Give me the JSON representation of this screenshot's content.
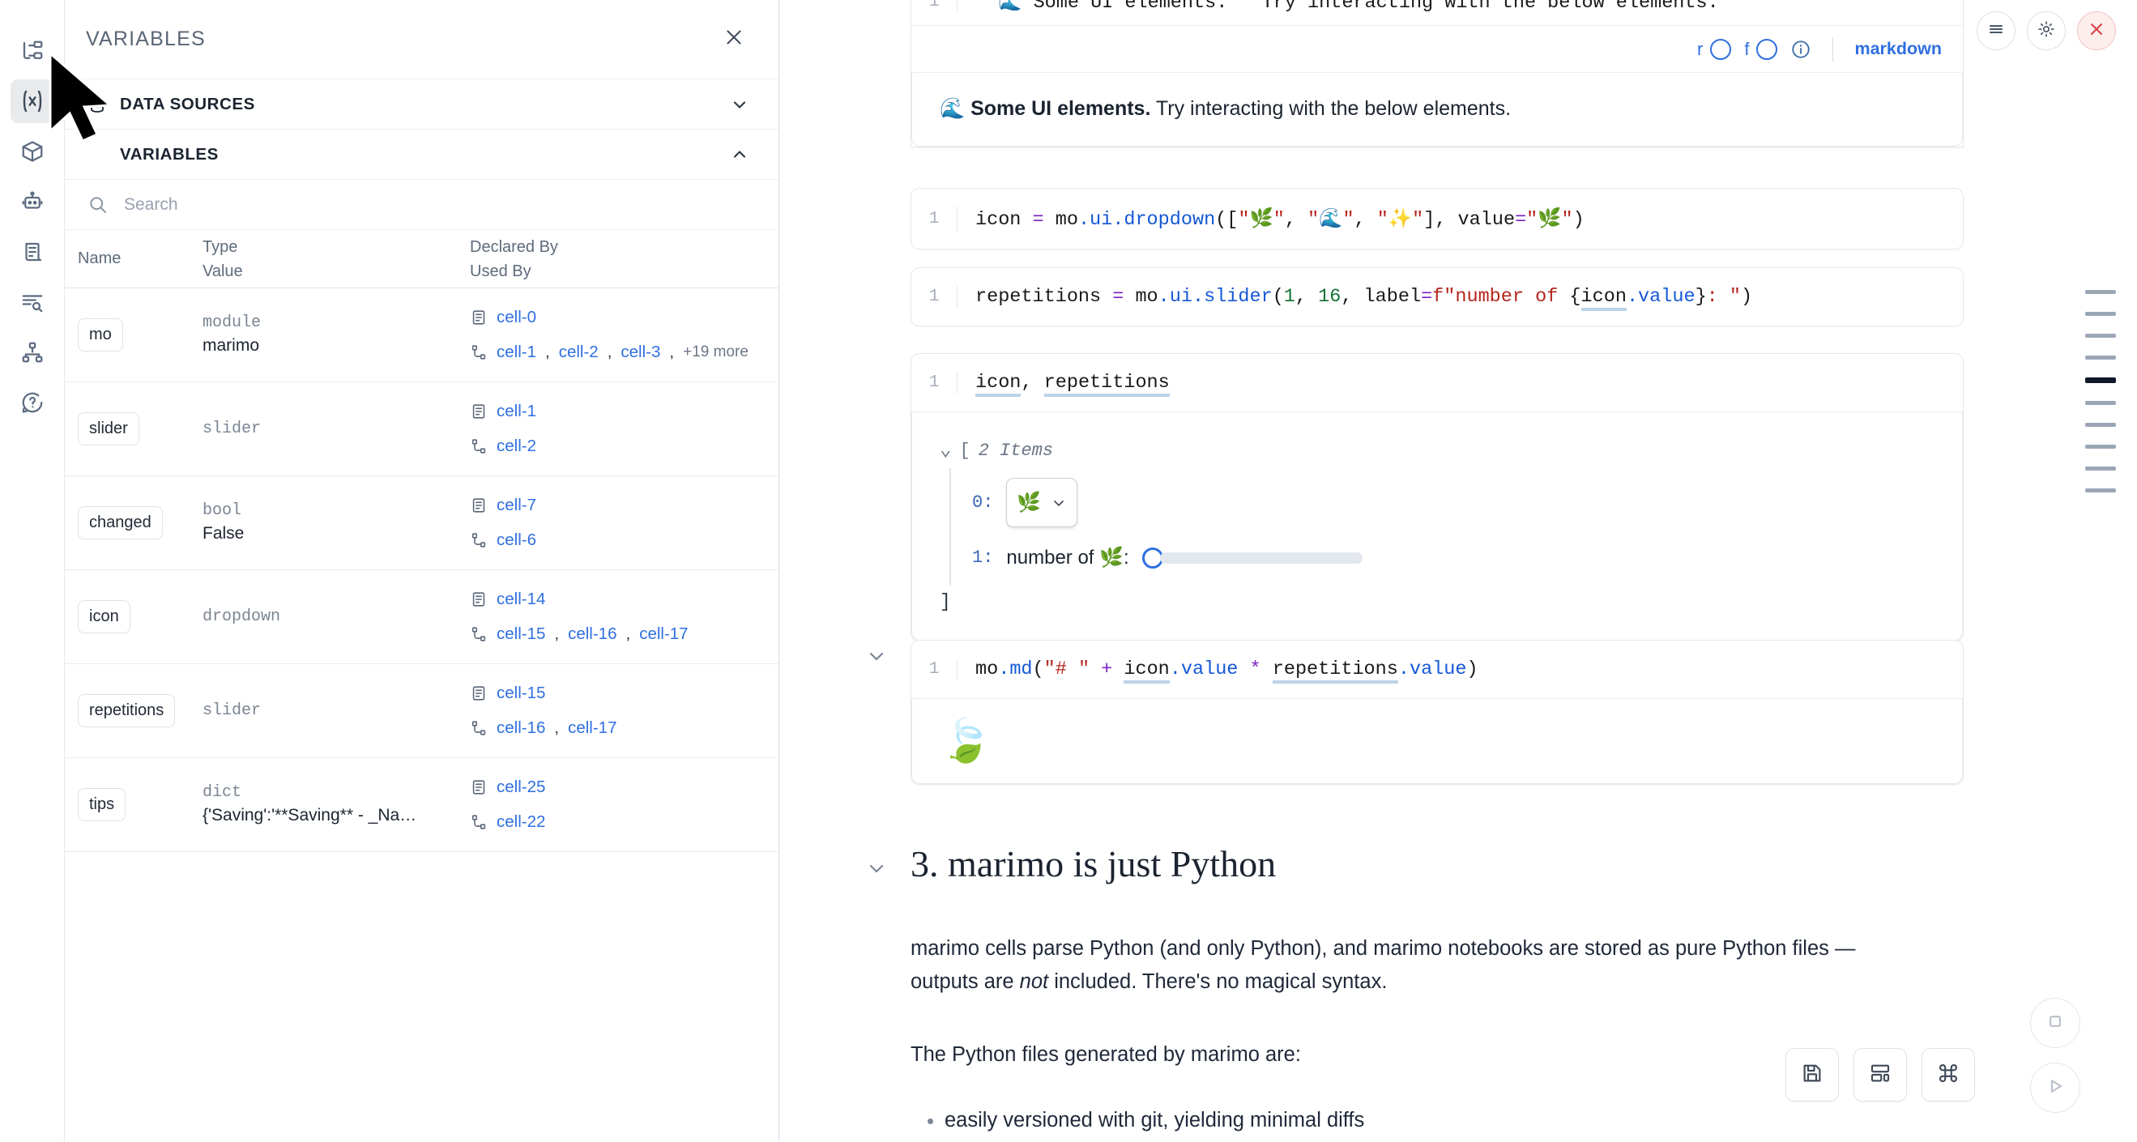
{
  "rail": {
    "items": [
      {
        "icon": "file-tree-icon",
        "name": "sidebar-item-file-explorer",
        "active": false
      },
      {
        "icon": "variables-icon",
        "name": "sidebar-item-variables",
        "active": true
      },
      {
        "icon": "package-icon",
        "name": "sidebar-item-packages",
        "active": false
      },
      {
        "icon": "robot-icon",
        "name": "sidebar-item-chat",
        "active": false
      },
      {
        "icon": "scratchpad-icon",
        "name": "sidebar-item-scratchpad",
        "active": false
      },
      {
        "icon": "outline-icon",
        "name": "sidebar-item-outline",
        "active": false
      },
      {
        "icon": "dependency-graph-icon",
        "name": "sidebar-item-dependency-graph",
        "active": false
      },
      {
        "icon": "help-icon",
        "name": "sidebar-item-help",
        "active": false
      }
    ]
  },
  "panel": {
    "title": "VARIABLES",
    "close_label": "✕",
    "sections": [
      {
        "label": "DATA SOURCES",
        "icon": "database-icon",
        "expanded": false,
        "chevron": "⌄"
      },
      {
        "label": "VARIABLES",
        "icon": "none",
        "expanded": true,
        "chevron": "⌃"
      }
    ],
    "search": {
      "placeholder": "Search",
      "value": "",
      "icon": "search-icon"
    },
    "table": {
      "headers": {
        "name": "Name",
        "type": "Type",
        "value": "Value",
        "declared_by": "Declared By",
        "used_by": "Used By"
      },
      "rows": [
        {
          "name": "mo",
          "type": "module",
          "value": "marimo",
          "declared_by": [
            "cell-0"
          ],
          "used_by": [
            "cell-1",
            "cell-2",
            "cell-3"
          ],
          "used_by_more": "+19 more"
        },
        {
          "name": "slider",
          "type": "slider",
          "value": "",
          "declared_by": [
            "cell-1"
          ],
          "used_by": [
            "cell-2"
          ],
          "used_by_more": ""
        },
        {
          "name": "changed",
          "type": "bool",
          "value": "False",
          "declared_by": [
            "cell-7"
          ],
          "used_by": [
            "cell-6"
          ],
          "used_by_more": ""
        },
        {
          "name": "icon",
          "type": "dropdown",
          "value": "",
          "declared_by": [
            "cell-14"
          ],
          "used_by": [
            "cell-15",
            "cell-16",
            "cell-17"
          ],
          "used_by_more": ""
        },
        {
          "name": "repetitions",
          "type": "slider",
          "value": "",
          "declared_by": [
            "cell-15"
          ],
          "used_by": [
            "cell-16",
            "cell-17"
          ],
          "used_by_more": ""
        },
        {
          "name": "tips",
          "type": "dict",
          "value": "{'Saving':'**Saving** - _Na…",
          "declared_by": [
            "cell-25"
          ],
          "used_by": [
            "cell-22"
          ],
          "used_by_more": ""
        }
      ]
    }
  },
  "notebook": {
    "top_cut_cell": {
      "line_number": "1",
      "source": "\"\"🌊 Some UI elements.\"\" Try interacting with the below elements."
    },
    "cell_toolbar": {
      "r_label": "r",
      "f_label": "f",
      "info_icon": "info-icon",
      "language": "markdown",
      "actions": [
        {
          "name": "cell-menu-button",
          "icon": "hamburger-icon"
        },
        {
          "name": "cell-settings-button",
          "icon": "gear-icon"
        },
        {
          "name": "cell-delete-button",
          "icon": "close-icon"
        }
      ]
    },
    "markdown_output": {
      "emoji": "🌊",
      "bold": "Some UI elements.",
      "rest": " Try interacting with the below elements."
    },
    "cells": [
      {
        "line_number": "1",
        "tokens": [
          {
            "t": "icon ",
            "c": "t-plain"
          },
          {
            "t": "=",
            "c": "t-op"
          },
          {
            "t": " mo",
            "c": "t-plain"
          },
          {
            "t": ".ui",
            "c": "t-attr"
          },
          {
            "t": ".dropdown",
            "c": "t-fn"
          },
          {
            "t": "([",
            "c": "t-plain"
          },
          {
            "t": "\"🌿\"",
            "c": "t-str"
          },
          {
            "t": ", ",
            "c": "t-plain"
          },
          {
            "t": "\"🌊\"",
            "c": "t-str"
          },
          {
            "t": ", ",
            "c": "t-plain"
          },
          {
            "t": "\"✨\"",
            "c": "t-str"
          },
          {
            "t": "], value",
            "c": "t-plain"
          },
          {
            "t": "=",
            "c": "t-op"
          },
          {
            "t": "\"🌿\"",
            "c": "t-str"
          },
          {
            "t": ")",
            "c": "t-plain"
          }
        ]
      },
      {
        "line_number": "1",
        "tokens": [
          {
            "t": "repetitions ",
            "c": "t-plain"
          },
          {
            "t": "=",
            "c": "t-op"
          },
          {
            "t": " mo",
            "c": "t-plain"
          },
          {
            "t": ".ui",
            "c": "t-attr"
          },
          {
            "t": ".slider",
            "c": "t-fn"
          },
          {
            "t": "(",
            "c": "t-plain"
          },
          {
            "t": "1",
            "c": "t-num"
          },
          {
            "t": ", ",
            "c": "t-plain"
          },
          {
            "t": "16",
            "c": "t-num"
          },
          {
            "t": ", label",
            "c": "t-plain"
          },
          {
            "t": "=",
            "c": "t-op"
          },
          {
            "t": "f\"number of ",
            "c": "t-str"
          },
          {
            "t": "{",
            "c": "t-plain"
          },
          {
            "t": "icon",
            "c": "t-var"
          },
          {
            "t": ".value",
            "c": "t-attr"
          },
          {
            "t": "}",
            "c": "t-plain"
          },
          {
            "t": ": \"",
            "c": "t-str"
          },
          {
            "t": ")",
            "c": "t-plain"
          }
        ]
      }
    ],
    "display_cell": {
      "line_number": "1",
      "tokens": [
        {
          "t": "icon",
          "c": "t-var"
        },
        {
          "t": ", ",
          "c": "t-plain"
        },
        {
          "t": "repetitions",
          "c": "t-var"
        }
      ],
      "output": {
        "collapse_chevron": "⌄",
        "open_bracket": "[",
        "items_label": "2 Items",
        "close_bracket": "]",
        "items": [
          {
            "index": "0:",
            "kind": "dropdown",
            "value_emoji": "🌿",
            "chevron": "⌄"
          },
          {
            "index": "1:",
            "kind": "slider",
            "label": "number of 🌿:",
            "slider_min": 1,
            "slider_max": 16,
            "slider_value": 1
          }
        ]
      }
    },
    "md_cell": {
      "line_number": "1",
      "tokens": [
        {
          "t": "mo",
          "c": "t-plain"
        },
        {
          "t": ".md",
          "c": "t-fn"
        },
        {
          "t": "(",
          "c": "t-plain"
        },
        {
          "t": "\"# \"",
          "c": "t-str"
        },
        {
          "t": " + ",
          "c": "t-op"
        },
        {
          "t": "icon",
          "c": "t-var"
        },
        {
          "t": ".value",
          "c": "t-attr"
        },
        {
          "t": " * ",
          "c": "t-op"
        },
        {
          "t": "repetitions",
          "c": "t-var"
        },
        {
          "t": ".value",
          "c": "t-attr"
        },
        {
          "t": ")",
          "c": "t-plain"
        }
      ],
      "output_emoji": "🍃",
      "collapse_chevron": "⌄"
    },
    "section": {
      "collapse_chevron": "⌄",
      "heading": "3. marimo is just Python",
      "para1_a": "marimo cells parse Python (and only Python), and marimo notebooks are stored as pure Python files — outputs are ",
      "para1_em": "not",
      "para1_b": " included. There's no magical syntax.",
      "para2": "The Python files generated by marimo are:",
      "bullets": [
        "easily versioned with git, yielding minimal diffs"
      ]
    },
    "minimap": {
      "marks": [
        {
          "active": false
        },
        {
          "active": false
        },
        {
          "active": false
        },
        {
          "active": false
        },
        {
          "active": true
        },
        {
          "active": false
        },
        {
          "active": false
        },
        {
          "active": false
        },
        {
          "active": false
        },
        {
          "active": false
        }
      ]
    },
    "float_buttons": [
      {
        "name": "save-button",
        "icon": "save-icon"
      },
      {
        "name": "layout-button",
        "icon": "layout-icon"
      },
      {
        "name": "command-palette-button",
        "icon": "command-icon"
      }
    ],
    "round_buttons": [
      {
        "name": "stop-button",
        "icon": "stop-icon"
      },
      {
        "name": "run-button",
        "icon": "play-icon"
      }
    ]
  },
  "colors": {
    "accent_blue": "#2f6fe0",
    "link_blue": "#2f6fe0",
    "danger_red": "#d94141",
    "string_red": "#b3261e",
    "number_green": "#137333",
    "operator_purple": "#7a1fc4"
  }
}
